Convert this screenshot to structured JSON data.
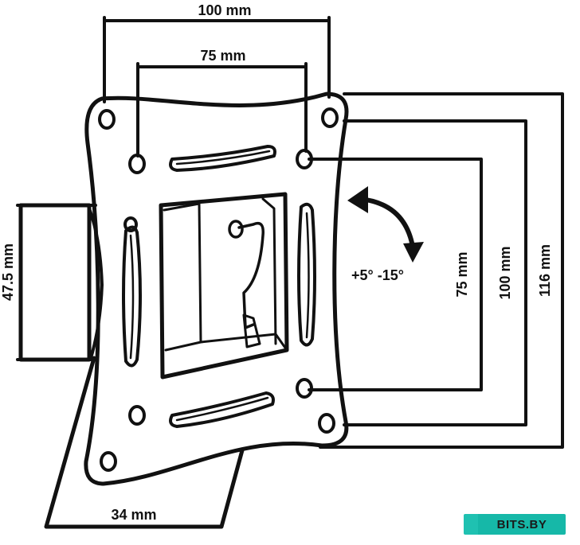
{
  "diagram": {
    "labels": {
      "width_100": "100 mm",
      "width_75": "75 mm",
      "height_75": "75 mm",
      "height_100": "100 mm",
      "height_116": "116 mm",
      "arm_width": "47.5 mm",
      "base_depth": "34 mm",
      "tilt": "+5° -15°"
    },
    "colors": {
      "stroke": "#111111",
      "background": "#ffffff"
    }
  },
  "watermark": {
    "text": "BITS.BY",
    "accent": "#1fc1b1",
    "text_color": "#1a1a1a",
    "bg": "#16b8a8"
  }
}
